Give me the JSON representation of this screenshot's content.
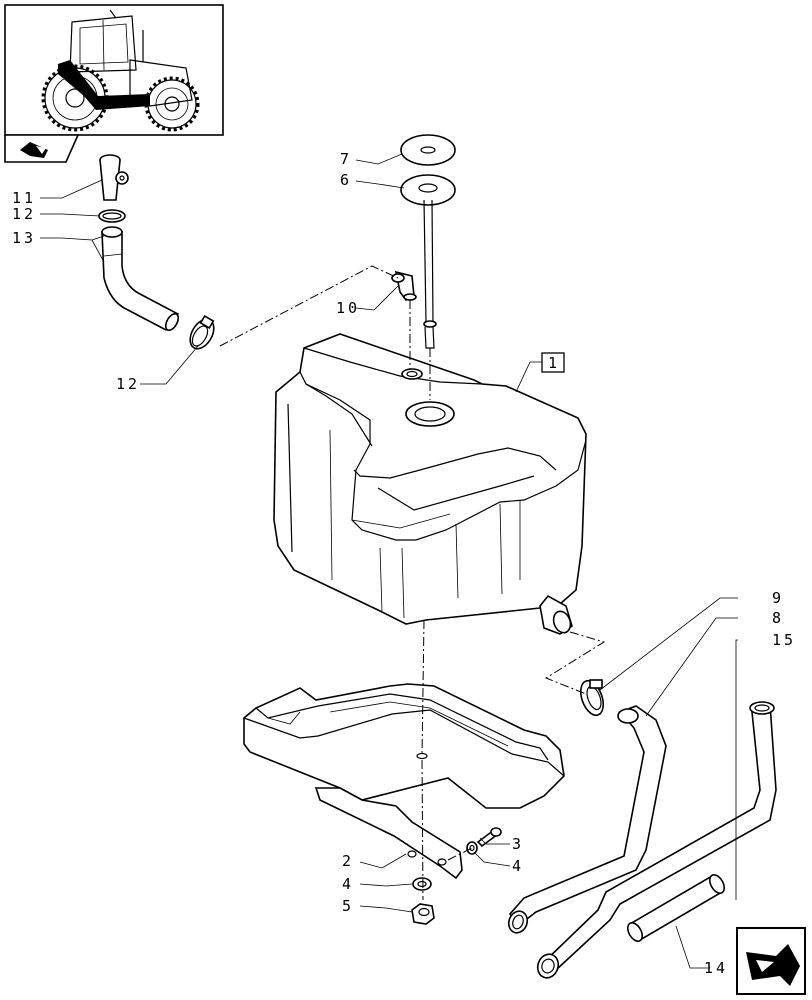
{
  "callouts": {
    "c1": "1",
    "c2": "2",
    "c3": "3",
    "c4a": "4",
    "c4b": "4",
    "c5": "5",
    "c6": "6",
    "c7": "7",
    "c8": "8",
    "c9": "9",
    "c10": "10",
    "c11": "11",
    "c12a": "12",
    "c12b": "12",
    "c13": "13",
    "c14": "14",
    "c15": "15"
  },
  "icons": {
    "thumbnail": "tractor-locator-icon",
    "previous": "previous-page-arrow-icon",
    "next": "next-page-arrow-icon"
  }
}
